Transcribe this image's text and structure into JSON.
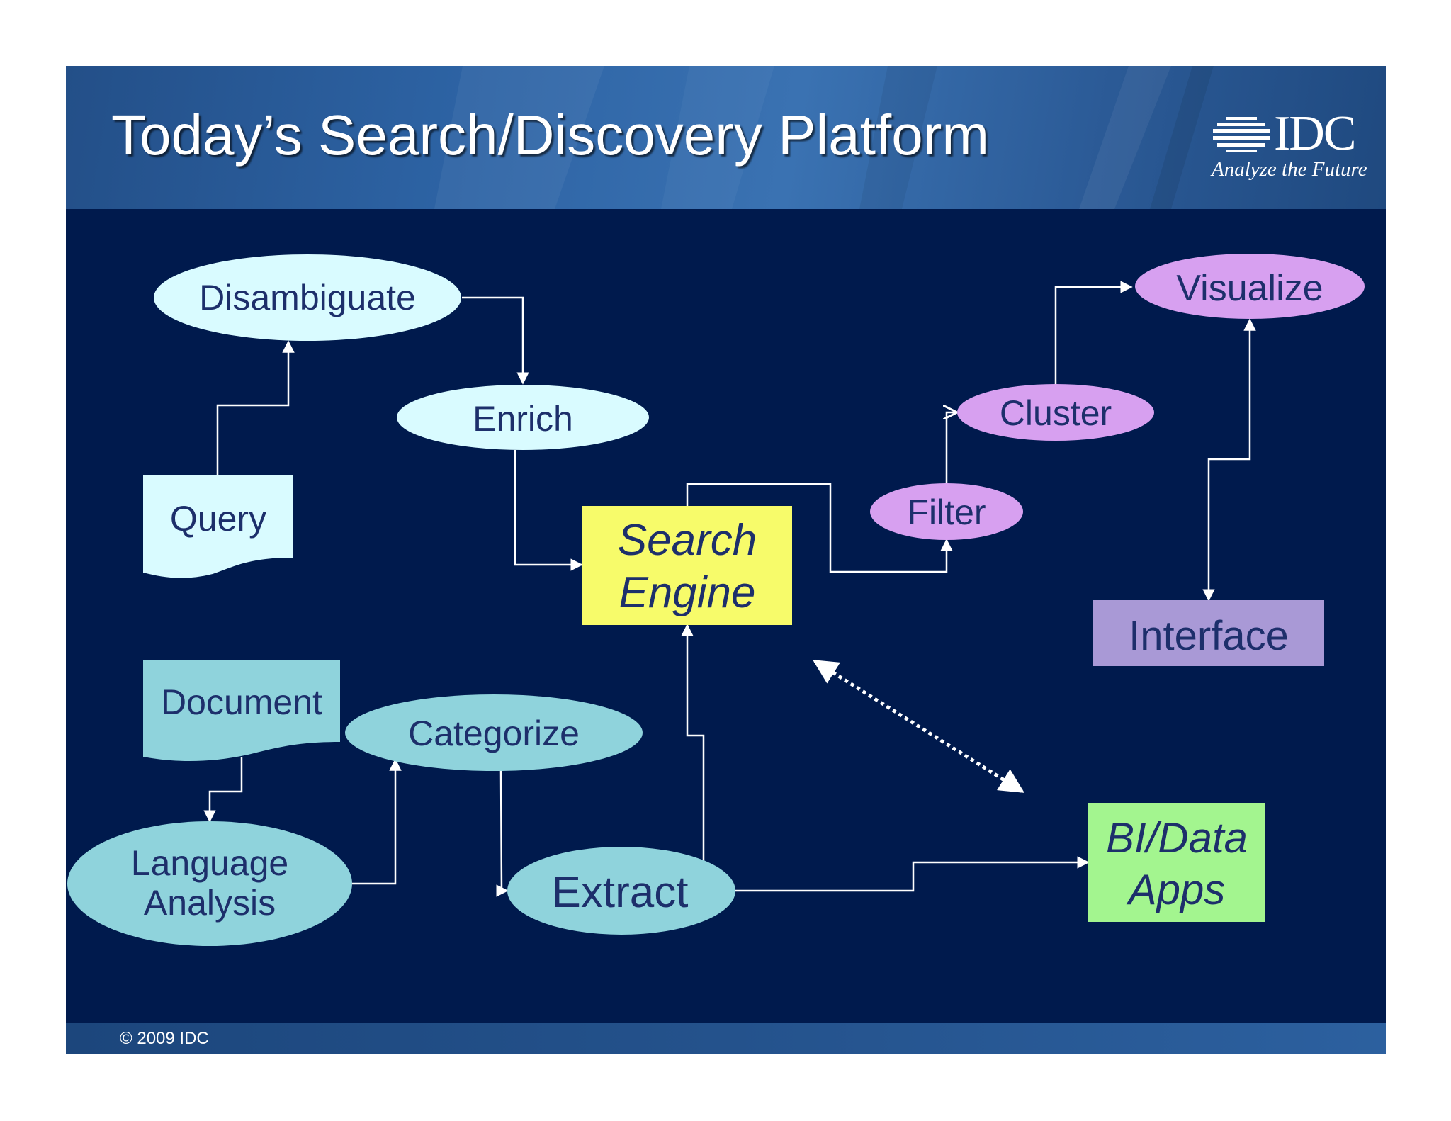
{
  "slide": {
    "title": "Today’s Search/Discovery Platform",
    "logo": {
      "name": "IDC",
      "tagline": "Analyze the Future"
    },
    "footer": "© 2009 IDC"
  },
  "nodes": {
    "disambiguate": "Disambiguate",
    "enrich": "Enrich",
    "query": "Query",
    "search_engine": [
      "Search",
      "Engine"
    ],
    "filter": "Filter",
    "cluster": "Cluster",
    "visualize": "Visualize",
    "interface": "Interface",
    "document": "Document",
    "categorize": "Categorize",
    "language_analysis": [
      "Language",
      "Analysis"
    ],
    "extract": "Extract",
    "bi_data_apps": [
      "BI/Data",
      "Apps"
    ]
  },
  "colors": {
    "background": "#001a4d",
    "light_cyan": "#d9fbff",
    "teal": "#8fd3dc",
    "yellow": "#f7fb6a",
    "violet": "#d7a0f0",
    "lavender": "#a999d6",
    "green": "#a3f58f",
    "text": "#1d2f6b",
    "connector": "#ffffff"
  }
}
